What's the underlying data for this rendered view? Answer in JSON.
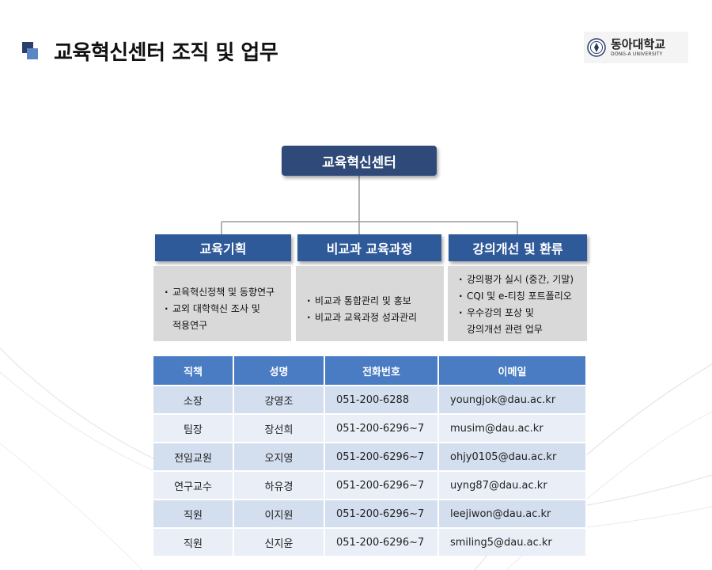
{
  "page": {
    "title": "교육혁신센터 조직 및 업무"
  },
  "logo": {
    "name_kr": "동아대학교",
    "name_en": "DONG-A UNIVERSITY"
  },
  "org": {
    "center": "교육혁신센터",
    "departments": [
      {
        "name": "교육기획",
        "duties": [
          "교육혁신정책 및 동향연구",
          "교외 대학혁신 조사 및",
          "적용연구"
        ]
      },
      {
        "name": "비교과 교육과정",
        "duties": [
          "비교과 통합관리 및 홍보",
          "비교과 교육과정 성과관리"
        ]
      },
      {
        "name": "강의개선 및 환류",
        "duties": [
          "강의평가 실시 (중간, 기말)",
          "CQI 및 e-티칭 포트폴리오",
          "우수강의 포상 및",
          "강의개선 관련 업무"
        ]
      }
    ]
  },
  "staff_table": {
    "headers": [
      "직책",
      "성명",
      "전화번호",
      "이메일"
    ],
    "rows": [
      [
        "소장",
        "강영조",
        "051-200-6288",
        "youngjok@dau.ac.kr"
      ],
      [
        "팀장",
        "장선희",
        "051-200-6296~7",
        "musim@dau.ac.kr"
      ],
      [
        "전임교원",
        "오지영",
        "051-200-6296~7",
        "ohjy0105@dau.ac.kr"
      ],
      [
        "연구교수",
        "하유경",
        "051-200-6296~7",
        "uyng87@dau.ac.kr"
      ],
      [
        "직원",
        "이지원",
        "051-200-6296~7",
        "leejiwon@dau.ac.kr"
      ],
      [
        "직원",
        "신지윤",
        "051-200-6296~7",
        "smiling5@dau.ac.kr"
      ]
    ]
  },
  "colors": {
    "title_mark_dark": "#2b3f6e",
    "title_mark_light": "#5b86c6",
    "center_box": "#2f4a78",
    "department_box": "#2f5a9a",
    "duty_box": "#d9d9d9",
    "table_header": "#4a7cc4",
    "table_row_odd": "#d3deee",
    "table_row_even": "#e9eef7"
  }
}
